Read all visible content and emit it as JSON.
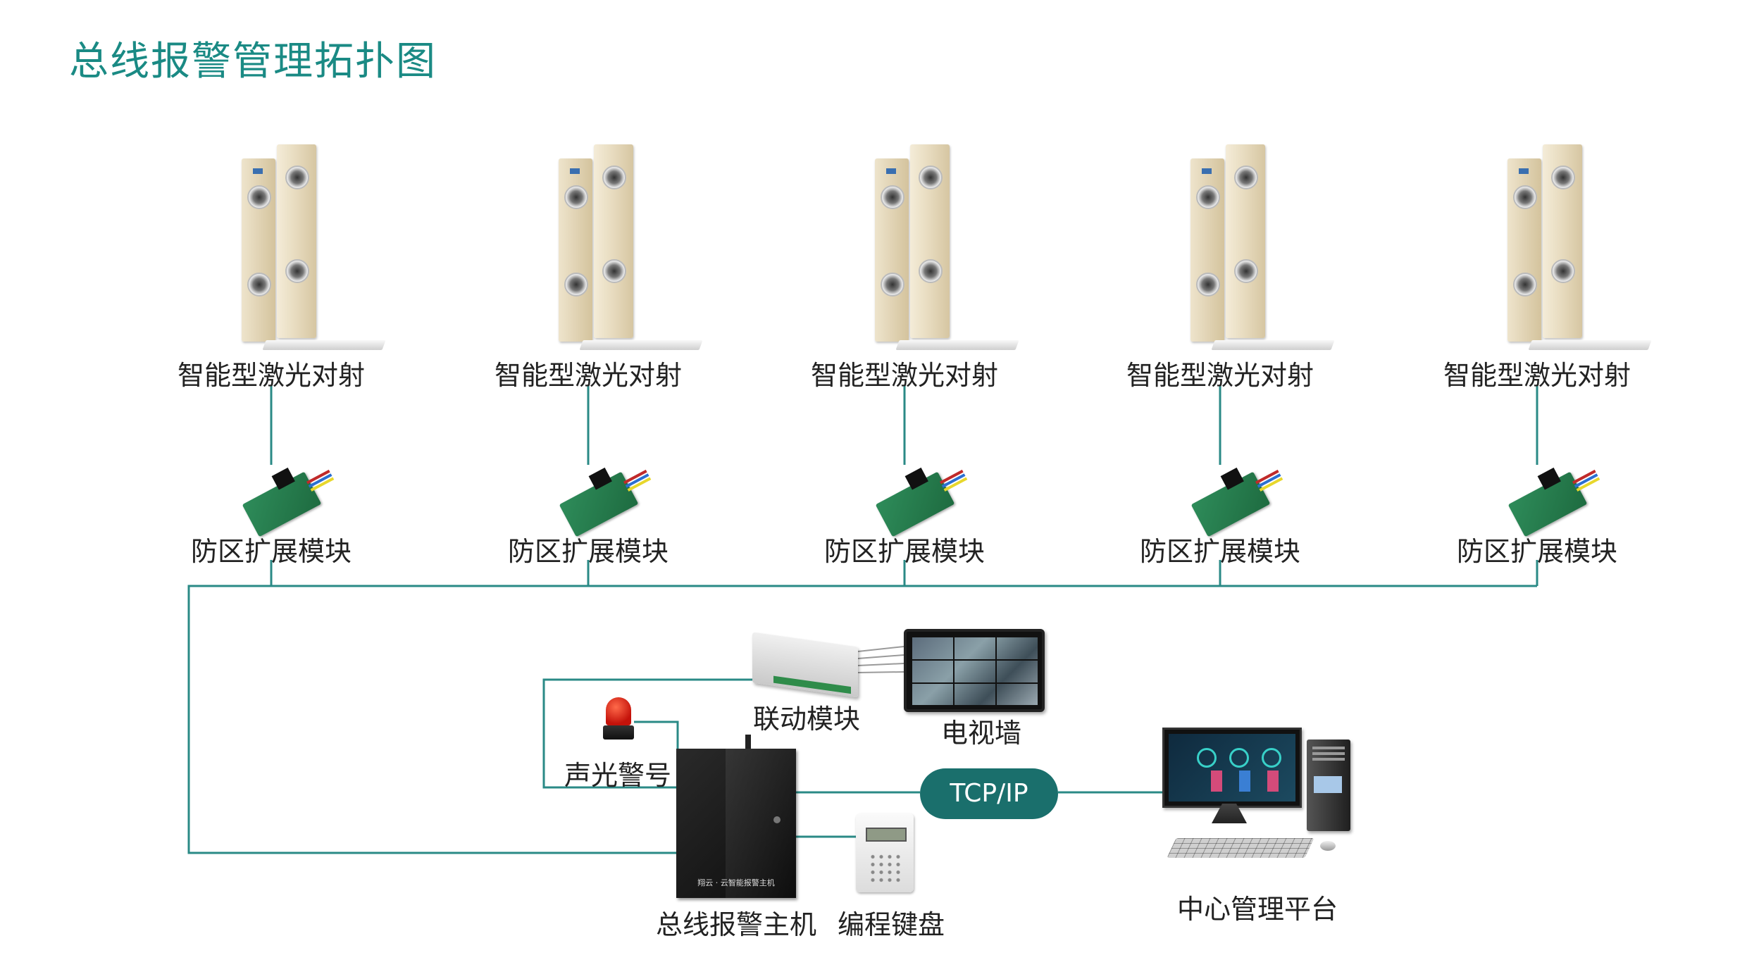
{
  "title": "总线报警管理拓扑图",
  "detectors": [
    {
      "label": "智能型激光对射",
      "module_label": "防区扩展模块"
    },
    {
      "label": "智能型激光对射",
      "module_label": "防区扩展模块"
    },
    {
      "label": "智能型激光对射",
      "module_label": "防区扩展模块"
    },
    {
      "label": "智能型激光对射",
      "module_label": "防区扩展模块"
    },
    {
      "label": "智能型激光对射",
      "module_label": "防区扩展模块"
    }
  ],
  "linkage_module": "联动模块",
  "tv_wall": "电视墙",
  "siren": "声光警号",
  "protocol": "TCP/IP",
  "alarm_host": "总线报警主机",
  "alarm_host_brand": "翔云 · 云智能报警主机",
  "keyboard": "编程键盘",
  "platform": "中心管理平台",
  "colors": {
    "line": "#2a8a86",
    "title": "#1a8a84",
    "tcp_pill": "#1a6f6c"
  }
}
